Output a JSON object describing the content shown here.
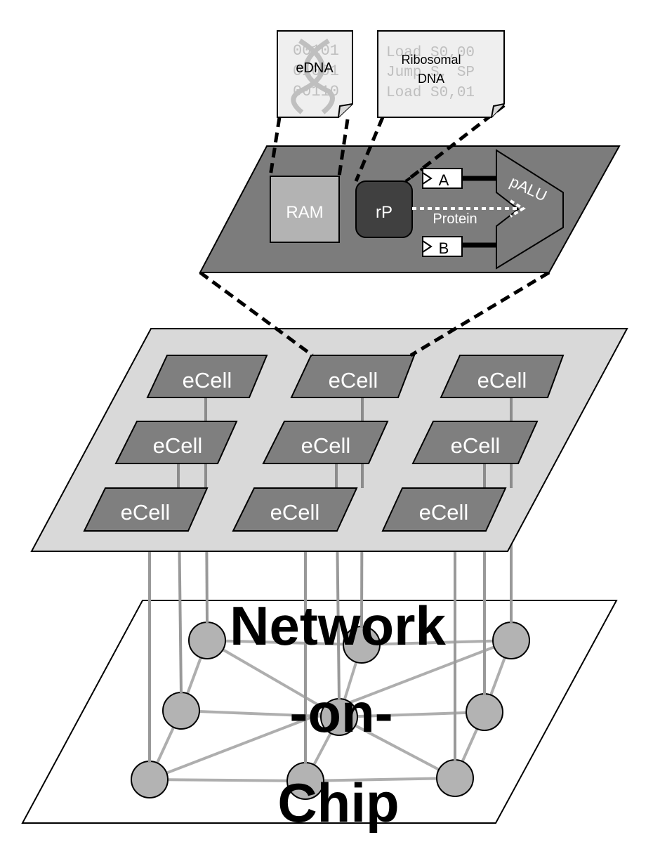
{
  "docs": {
    "edna": {
      "label": "eDNA",
      "code": [
        "00101",
        "01001",
        "00110"
      ]
    },
    "ribo": {
      "label_line1": "Ribosomal",
      "label_line2": "DNA",
      "code": [
        "Load S0,00",
        "Jump S, SP",
        "Load S0,01"
      ]
    }
  },
  "cell": {
    "ram": "RAM",
    "rp": "rP",
    "reg_a": "A",
    "reg_b": "B",
    "palu": "pALU",
    "protein": "Protein"
  },
  "ecells": {
    "row1": [
      "eCell",
      "eCell",
      "eCell"
    ],
    "row2": [
      "eCell",
      "eCell",
      "eCell"
    ],
    "row3": [
      "eCell",
      "eCell",
      "eCell"
    ]
  },
  "noc": {
    "line1": "Network",
    "line2": "-on-",
    "line3": "Chip"
  },
  "colors": {
    "cell_plane": "#7c7c7c",
    "ecell_plane": "#d9d9d9",
    "ecell": "#7f7f7f",
    "node": "#b3b3b3",
    "wire": "#999999"
  }
}
